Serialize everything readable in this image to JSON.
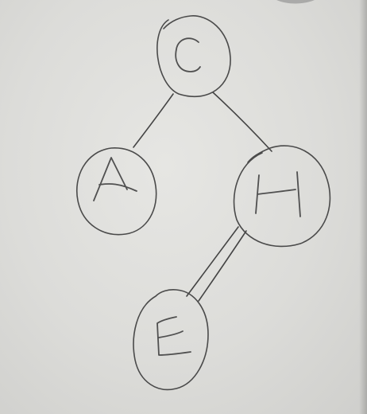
{
  "diagram": {
    "type": "binary-tree",
    "nodes": [
      {
        "id": "C",
        "label": "C"
      },
      {
        "id": "A",
        "label": "A"
      },
      {
        "id": "H",
        "label": "H"
      },
      {
        "id": "E",
        "label": "E"
      }
    ],
    "edges": [
      {
        "from": "C",
        "to": "A"
      },
      {
        "from": "C",
        "to": "H"
      },
      {
        "from": "H",
        "to": "E",
        "style": "double"
      }
    ]
  },
  "colors": {
    "paper": "#dcdcd9",
    "ink": "#4a4a4a"
  }
}
